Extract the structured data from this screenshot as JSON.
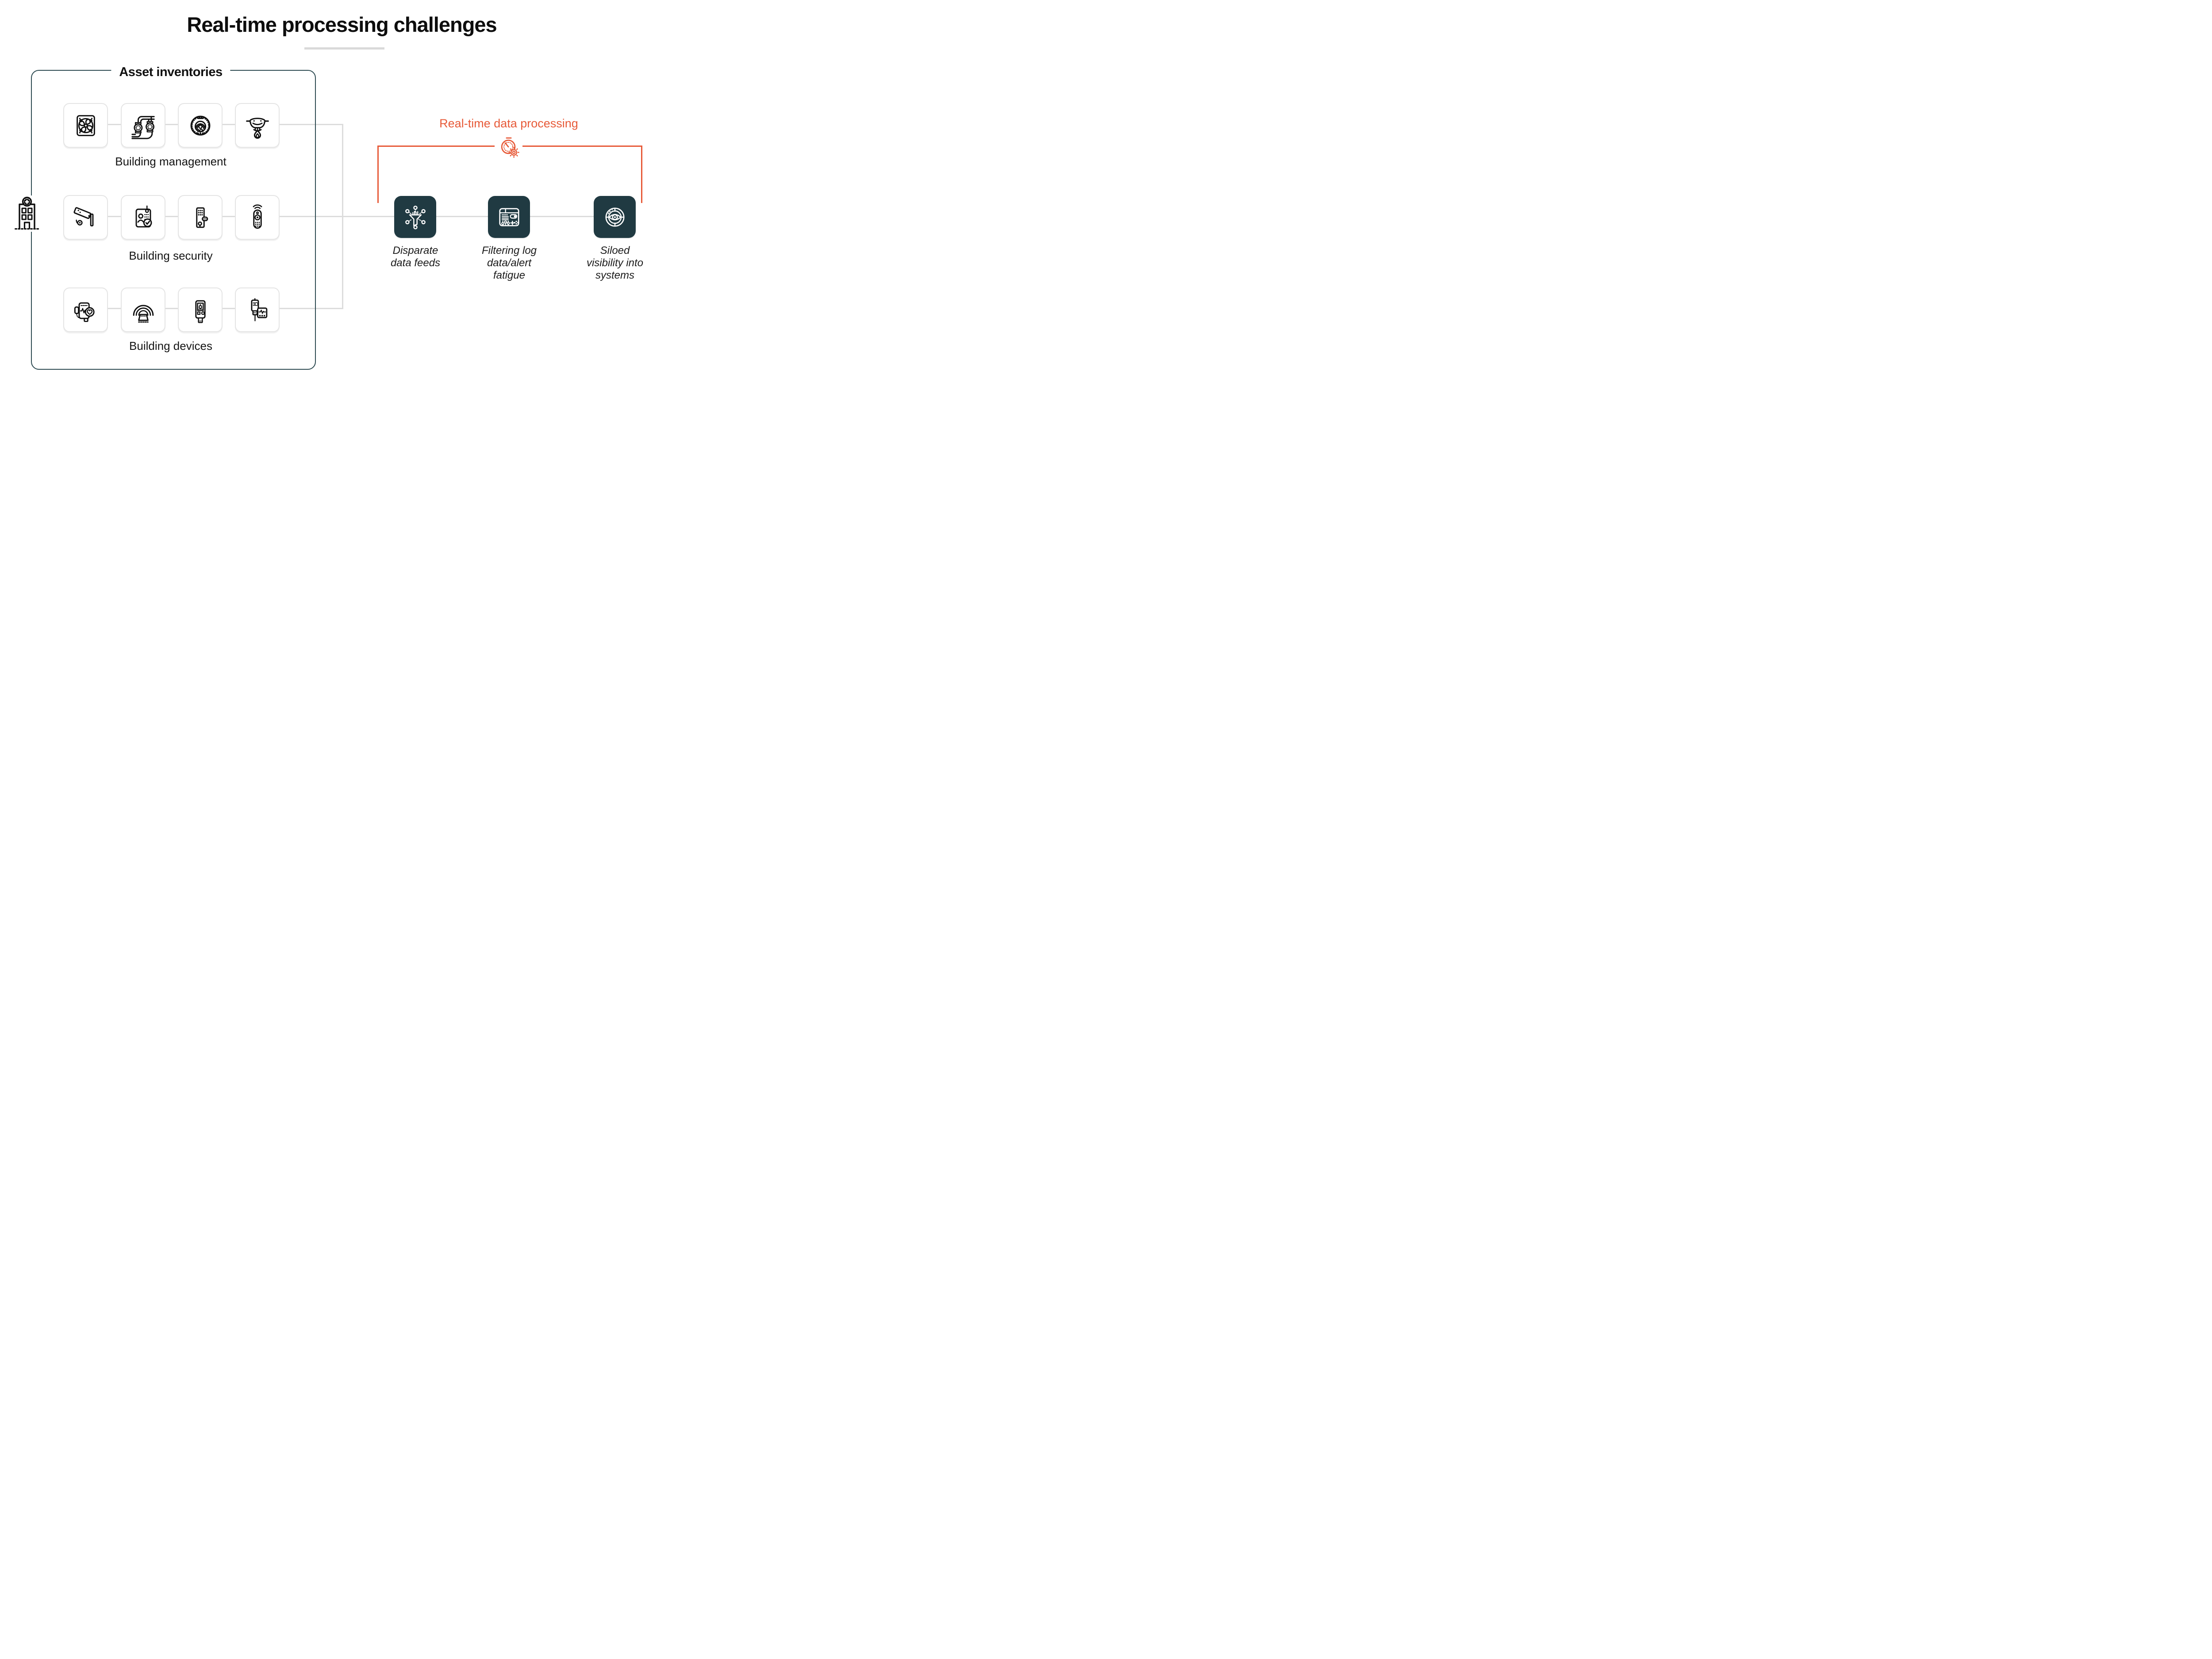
{
  "title": "Real-time processing challenges",
  "asset_panel": {
    "title": "Asset inventories",
    "groups": [
      {
        "label": "Building management",
        "icons": [
          "fan-icon",
          "pipes-icon",
          "water-meter-icon",
          "smoke-detector-icon"
        ]
      },
      {
        "label": "Building security",
        "icons": [
          "cctv-icon",
          "id-badge-icon",
          "door-lock-icon",
          "remote-icon"
        ]
      },
      {
        "label": "Building devices",
        "icons": [
          "fitness-tracker-icon",
          "body-scanner-icon",
          "glucose-meter-icon",
          "infusion-pump-icon"
        ]
      }
    ]
  },
  "hospital": {
    "icon": "hospital-building-icon"
  },
  "processing": {
    "label": "Real-time data processing",
    "icon": "timer-gear-icon"
  },
  "challenges": [
    {
      "icon": "funnel-network-icon",
      "label_lines": [
        "Disparate",
        "data feeds"
      ]
    },
    {
      "icon": "log-filter-icon",
      "label_lines": [
        "Filtering log",
        "data/alert",
        "fatigue"
      ]
    },
    {
      "icon": "target-eye-icon",
      "label_lines": [
        "Siloed",
        "visibility into",
        "systems"
      ]
    }
  ],
  "colors": {
    "accent_orange": "#E75A38",
    "tile_teal": "#203A42",
    "panel_border": "#2E4B52",
    "connector_gray": "#DCDCDC",
    "card_border": "#E4E4E4",
    "divider_gray": "#D9D9D9"
  }
}
